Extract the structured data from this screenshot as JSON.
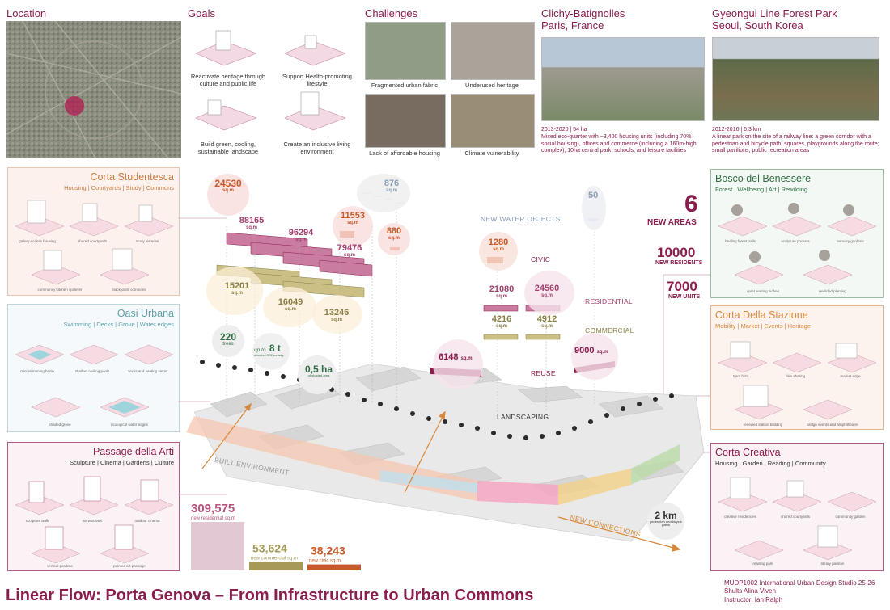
{
  "colors": {
    "accent": "#8a1d4d",
    "residential": "#b9527f",
    "commercial": "#a79a58",
    "civic": "#c75a28",
    "green": "#2f6e45",
    "orange": "#d8883a"
  },
  "location": {
    "title": "Location"
  },
  "goals": {
    "title": "Goals",
    "items": [
      "Reactivate heritage through culture and public life",
      "Support Health-promoting lifestyle",
      "Build green, cooling, sustainable landscape",
      "Create an inclusive living environment"
    ]
  },
  "challenges": {
    "title": "Challenges",
    "items": [
      "Fragmented urban fabric",
      "Underused heritage",
      "Lack of affordable housing",
      "Climate vulnerability"
    ]
  },
  "case1": {
    "title_line1": "Clichy-Batignolles",
    "title_line2": "Paris, France",
    "meta": "2013-2020 | 54  ha",
    "desc": "Mixed eco-quarter with ~3,400 housing units  (including 70% social housing), offices and commerce (including a 160m-high complex),  10ha central park, schools, and leisure facilities"
  },
  "case2": {
    "title_line1": "Gyeongui Line Forest Park",
    "title_line2": "Seoul, South Korea",
    "meta": "2012-2016 | 6,3 km",
    "desc": "A linear park on the site of a railway line: a green corridor with a pedestrian and bicycle path, squares, playgrounds along the route; small pavilions, public recreation areas"
  },
  "panels": {
    "studentesca": {
      "title": "Corta Studentesca",
      "sub": "Housing | Courtyards | Study | Commons",
      "items": [
        "gallery-access housing",
        "shared courtyards",
        "study terraces",
        "community kitchen spillover",
        "backyards commons"
      ]
    },
    "oasi": {
      "title": "Oasi Urbana",
      "sub": "Swimming | Decks | Grove | Water edges",
      "items": [
        "mini swimming basin",
        "shallow cooling pools",
        "decks and seating steps",
        "shaded grove",
        "ecological water edges"
      ]
    },
    "passage": {
      "title": "Passage della Arti",
      "sub": "Sculpture | Cinema | Gardens | Culture",
      "items": [
        "sculpture walk",
        "art windows",
        "outdoor cinema",
        "vertical gardens",
        "painted art passage"
      ]
    },
    "bosco": {
      "title": "Bosco del Benessere",
      "sub": "Forest | Wellbeing | Art | Rewilding",
      "items": [
        "healing forest trails",
        "sculpture pockets",
        "sensory gardens",
        "quiet seating niches",
        "rewilded planting"
      ]
    },
    "stazione": {
      "title": "Corta Della Stazione",
      "sub": "Mobility | Market | Events | Heritage",
      "items": [
        "tram hub",
        "bike sharing",
        "market edge",
        "renewed station building",
        "bridge events and amphitheatre"
      ]
    },
    "creativa": {
      "title": "Corta Creativa",
      "sub": "Housing | Garden | Reading | Community",
      "items": [
        "creative residencies",
        "shared courtyards",
        "community garden",
        "reading park",
        "library pavilion"
      ]
    }
  },
  "areas": {
    "a1": "24530",
    "a2": "88165",
    "a3": "96294",
    "a4": "11553",
    "a5": "79476",
    "a6": "880",
    "a7": "876",
    "a8": "15201",
    "a9": "16049",
    "a10": "13246",
    "a11": "1280",
    "a12": "21080",
    "a13": "24560",
    "a14": "4216",
    "a15": "4912",
    "a16": "6148",
    "a17": "9000",
    "a18": "50",
    "unit": "sq.m"
  },
  "landscape": {
    "trees_num": "220",
    "trees_lbl": "trees",
    "co2_pre": "up to",
    "co2_num": "8 t",
    "co2_lbl": "absorbed CO2 annually",
    "shade_num": "0,5 ha",
    "shade_lbl": "of shaded area"
  },
  "layers": {
    "water": "NEW WATER OBJECTS",
    "civic": "CIVIC",
    "residential": "RESIDENTIAL",
    "commercial": "COMMERCIAL",
    "reuse": "REUSE",
    "landscaping": "LANDSCAPING",
    "built": "BUILT ENVIRONMENT",
    "connections": "NEW CONNECTIONS"
  },
  "stats": {
    "areas_num": "6",
    "areas_lbl": "NEW AREAS",
    "residents_num": "10000",
    "residents_lbl": "NEW RESIDENTS",
    "units_num": "7000",
    "units_lbl": "NEW UNITS",
    "km_num": "2 km",
    "km_lbl": "pedestrian and bicycle paths"
  },
  "chart_data": {
    "type": "bar",
    "categories": [
      "new residential sq.m",
      "new commercial sq.m",
      "new civic sq.m"
    ],
    "values": [
      309575,
      53624,
      38243
    ],
    "labels": [
      "309,575",
      "53,624",
      "38,243"
    ]
  },
  "footer": {
    "title": "Linear Flow: Porta Genova – From Infrastructure to Urban Commons",
    "line1": "MUDP1002 International Urban Design Studio 25-26",
    "line2": "Shults Alina Viven",
    "line3": "Instructor: Ian Ralph"
  }
}
